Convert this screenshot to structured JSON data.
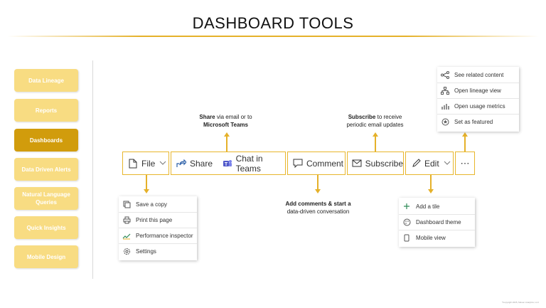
{
  "title": "DASHBOARD TOOLS",
  "sidebar": {
    "items": [
      {
        "label": "Data Lineage",
        "active": false
      },
      {
        "label": "Reports",
        "active": false
      },
      {
        "label": "Dashboards",
        "active": true
      },
      {
        "label": "Data Driven Alerts",
        "active": false
      },
      {
        "label": "Natural Language Queries",
        "active": false
      },
      {
        "label": "Quick Insights",
        "active": false
      },
      {
        "label": "Mobile Design",
        "active": false
      }
    ]
  },
  "toolbar": {
    "file": "File",
    "share": "Share",
    "chat": "Chat in Teams",
    "comment": "Comment",
    "subscribe": "Subscribe",
    "edit": "Edit",
    "more": "⋯"
  },
  "notes": {
    "share_bold": "Share",
    "share_rest": " via email or to",
    "share_line2": "Microsoft Teams",
    "subscribe_bold": "Subscribe",
    "subscribe_rest": " to receive",
    "subscribe_line2": "periodic email updates",
    "comment_pre": "Add ",
    "comment_bold": "comments",
    "comment_rest": " & start a",
    "comment_line2": "data-driven conversation"
  },
  "file_menu": {
    "items": [
      "Save a copy",
      "Print this page",
      "Performance inspector",
      "Settings"
    ],
    "icons": [
      "save-copy-icon",
      "print-icon",
      "performance-icon",
      "settings-icon"
    ]
  },
  "edit_menu": {
    "items": [
      "Add a tile",
      "Dashboard theme",
      "Mobile view"
    ],
    "icons": [
      "plus-icon",
      "palette-icon",
      "phone-icon"
    ]
  },
  "more_menu": {
    "items": [
      "See related content",
      "Open lineage view",
      "Open usage metrics",
      "Set as featured"
    ],
    "icons": [
      "related-content-icon",
      "lineage-icon",
      "usage-metrics-icon",
      "featured-icon"
    ]
  },
  "copyright": "*Copyright 2025, Maven Analytics, LLC",
  "colors": {
    "accent": "#e5b12a",
    "sidebar_inactive": "#f8dc82",
    "sidebar_active": "#d19c0c"
  }
}
